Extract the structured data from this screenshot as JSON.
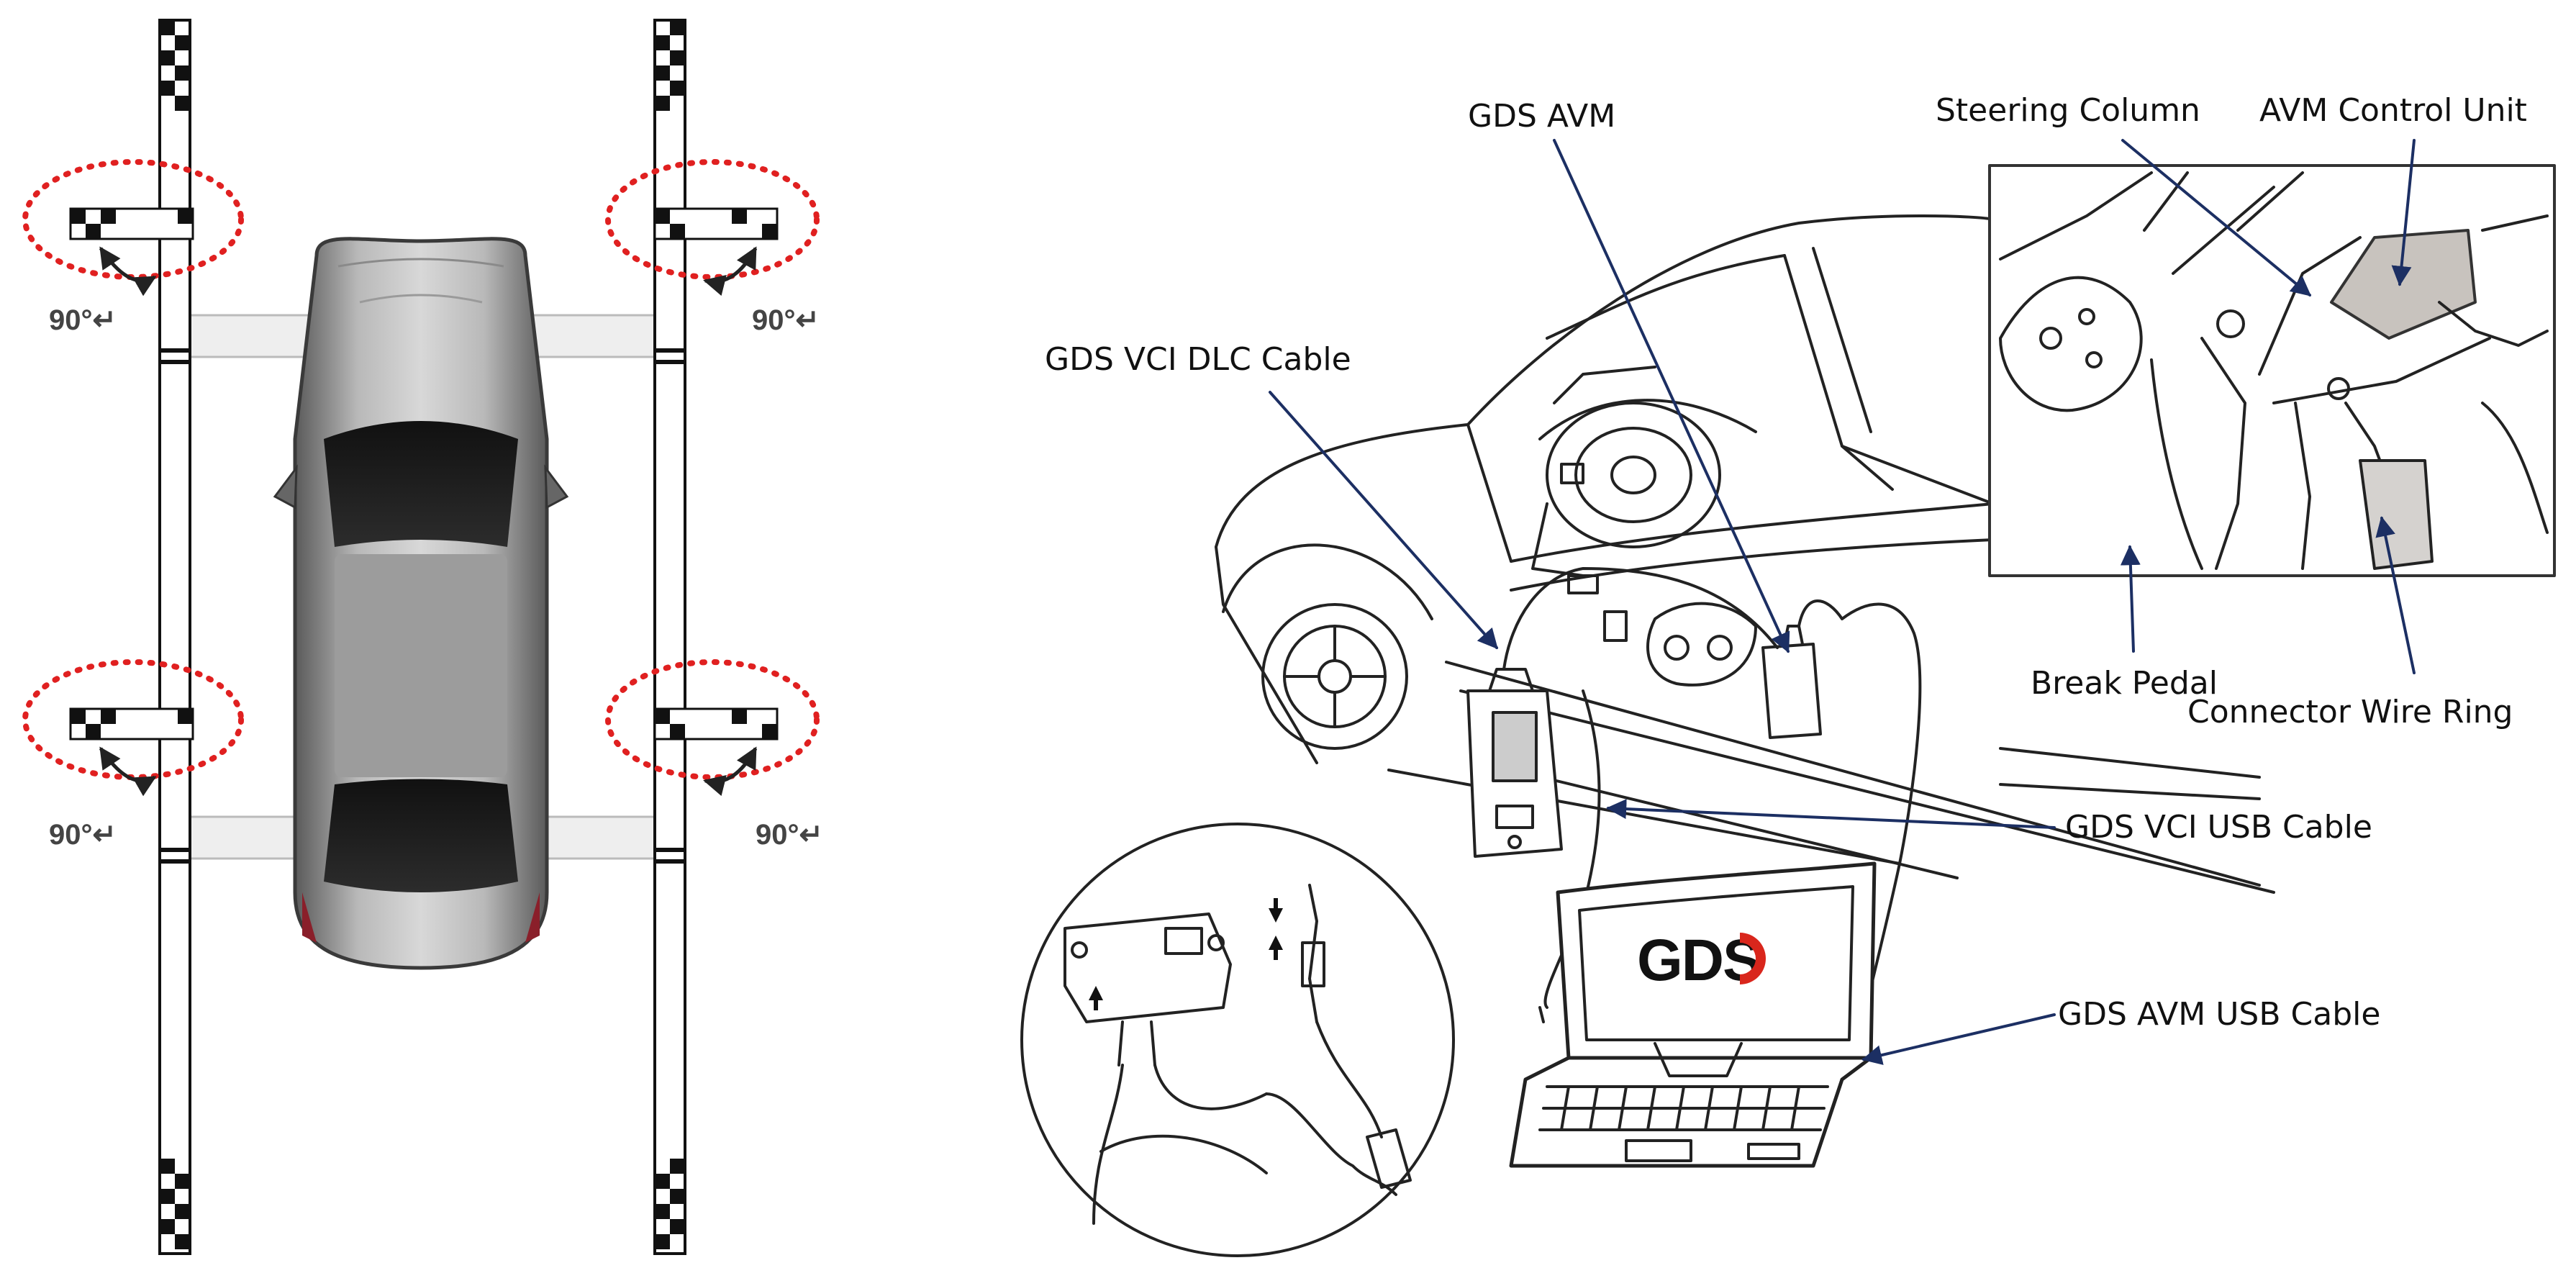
{
  "calibration_panel": {
    "angle_labels": [
      "90°↵",
      "90°↵",
      "90°↵",
      "90°↵"
    ]
  },
  "connection_diagram": {
    "labels": {
      "gds_avm": "GDS AVM",
      "steering_column": "Steering Column",
      "avm_control_unit": "AVM Control Unit",
      "gds_vci_dlc_cable": "GDS VCI DLC Cable",
      "break_pedal": "Break Pedal",
      "connector_wire_ring": "Connector Wire Ring",
      "gds_vci_usb_cable": "GDS VCI USB Cable",
      "gds_avm_usb_cable": "GDS AVM USB Cable"
    },
    "laptop_logo": "GDS",
    "colors": {
      "callout_arrow": "#1c2f63",
      "target_ring": "#e02020",
      "laptop_logo_red": "#d9261c"
    }
  }
}
